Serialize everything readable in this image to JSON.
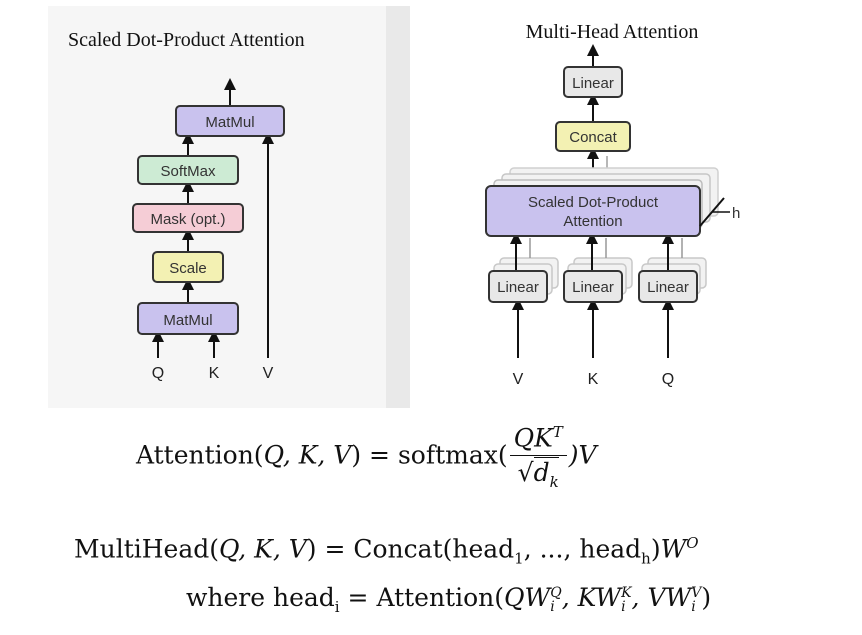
{
  "left_panel": {
    "title": "Scaled Dot-Product Attention",
    "boxes": {
      "matmul_top": "MatMul",
      "softmax": "SoftMax",
      "mask": "Mask (opt.)",
      "scale": "Scale",
      "matmul_bottom": "MatMul"
    },
    "inputs": {
      "q": "Q",
      "k": "K",
      "v": "V"
    },
    "colors": {
      "matmul": "#c9c2ee",
      "softmax": "#cdebd4",
      "mask": "#f5cdd6",
      "scale": "#f3f1b3"
    }
  },
  "right_panel": {
    "title": "Multi-Head Attention",
    "boxes": {
      "linear_out": "Linear",
      "concat": "Concat",
      "attention_line1": "Scaled Dot-Product",
      "attention_line2": "Attention",
      "linear_v": "Linear",
      "linear_k": "Linear",
      "linear_q": "Linear"
    },
    "heads_label": "h",
    "inputs": {
      "v": "V",
      "k": "K",
      "q": "Q"
    },
    "colors": {
      "linear": "#e8e8e8",
      "concat": "#f3f1b3",
      "attention": "#c9c2ee"
    }
  },
  "formulas": {
    "attention": {
      "lhs": "Attention(",
      "args": "Q, K, V",
      "eq": ") = softmax(",
      "numerator_base": "QK",
      "numerator_sup": "T",
      "denominator_root": "√",
      "denominator_base": "d",
      "denominator_sub": "k",
      "tail": ")V"
    },
    "multihead": {
      "lhs": "MultiHead(",
      "args": "Q, K, V",
      "rhs": ") = Concat(head",
      "sub1": "1",
      "mid": ", ..., head",
      "subh": "h",
      "close": ")",
      "w": "W",
      "w_sup": "O"
    },
    "where": {
      "label": "where head",
      "sub": "i",
      "rhs": " = Attention(",
      "q": "QW",
      "q_sup": "Q",
      "q_sub": "i",
      "k": ", KW",
      "k_sup": "K",
      "k_sub": "i",
      "v": ", VW",
      "v_sup": "V",
      "v_sub": "i",
      "close": ")"
    }
  }
}
